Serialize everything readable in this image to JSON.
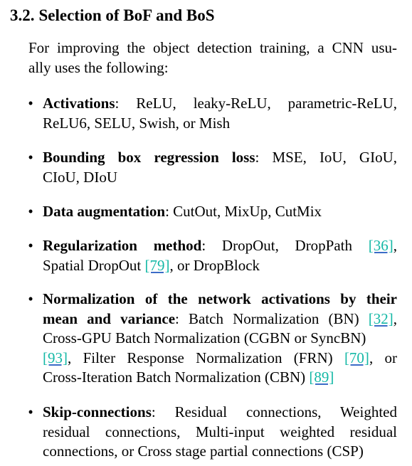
{
  "section": {
    "number": "3.2.",
    "title": "Selection of BoF and BoS"
  },
  "intro": {
    "line1": "For improving the object detection training, a CNN usu-",
    "line2": "ally uses the following:"
  },
  "bullet_glyph": "•",
  "items": [
    {
      "term": "Activations",
      "line1_rest": ":  ReLU, leaky-ReLU, parametric-ReLU,",
      "line2": "ReLU6, SELU, Swish, or Mish"
    },
    {
      "term": "Bounding box regression loss",
      "line1_rest": ":  MSE, IoU, GIoU,",
      "line2": "CIoU, DIoU"
    },
    {
      "term": "Data augmentation",
      "line1_rest": ": CutOut, MixUp, CutMix"
    },
    {
      "term": "Regularization method",
      "line1_mid": ":  DropOut, DropPath ",
      "cite1": "[36]",
      "line1_end": ",",
      "line2_pre": "Spatial DropOut ",
      "cite2": "[79]",
      "line2_end": ", or DropBlock"
    },
    {
      "term_line1": "Normalization of the network activations by their",
      "term_line2": "mean and variance",
      "line2_mid": ": Batch Normalization (BN) ",
      "cite1": "[32]",
      "line2_end": ",",
      "line3": "Cross-GPU Batch Normalization (CGBN or SyncBN)",
      "cite2": "[93]",
      "line4_mid": ", Filter Response Normalization (FRN) ",
      "cite3": "[70]",
      "line4_end": ", or",
      "line5_pre": "Cross-Iteration Batch Normalization (CBN) ",
      "cite4": "[89]"
    },
    {
      "term": "Skip-connections",
      "line1_rest": ":  Residual connections, Weighted",
      "line2": "residual connections, Multi-input weighted residual",
      "line3": "connections, or Cross stage partial connections (CSP)"
    }
  ]
}
